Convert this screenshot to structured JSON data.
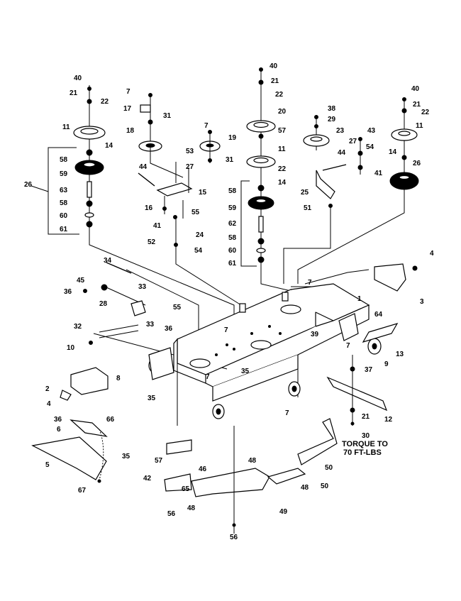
{
  "note": {
    "line1": "TORQUE TO",
    "line2": "70 FT-LBS"
  },
  "callouts": [
    {
      "id": "c1",
      "text": "40"
    },
    {
      "id": "c2",
      "text": "21"
    },
    {
      "id": "c3",
      "text": "22"
    },
    {
      "id": "c4",
      "text": "11"
    },
    {
      "id": "c5",
      "text": "14"
    },
    {
      "id": "c6",
      "text": "58"
    },
    {
      "id": "c7",
      "text": "59"
    },
    {
      "id": "c8",
      "text": "26"
    },
    {
      "id": "c9",
      "text": "63"
    },
    {
      "id": "c10",
      "text": "58"
    },
    {
      "id": "c11",
      "text": "60"
    },
    {
      "id": "c12",
      "text": "61"
    },
    {
      "id": "c13",
      "text": "7"
    },
    {
      "id": "c14",
      "text": "17"
    },
    {
      "id": "c15",
      "text": "31"
    },
    {
      "id": "c16",
      "text": "18"
    },
    {
      "id": "c17",
      "text": "7"
    },
    {
      "id": "c18",
      "text": "19"
    },
    {
      "id": "c19",
      "text": "31"
    },
    {
      "id": "c20",
      "text": "53"
    },
    {
      "id": "c21",
      "text": "27"
    },
    {
      "id": "c22",
      "text": "44"
    },
    {
      "id": "c23",
      "text": "15"
    },
    {
      "id": "c24",
      "text": "16"
    },
    {
      "id": "c25",
      "text": "55"
    },
    {
      "id": "c26",
      "text": "41"
    },
    {
      "id": "c27",
      "text": "24"
    },
    {
      "id": "c28",
      "text": "52"
    },
    {
      "id": "c29",
      "text": "54"
    },
    {
      "id": "c30",
      "text": "40"
    },
    {
      "id": "c31",
      "text": "21"
    },
    {
      "id": "c32",
      "text": "22"
    },
    {
      "id": "c33",
      "text": "20"
    },
    {
      "id": "c34",
      "text": "57"
    },
    {
      "id": "c35",
      "text": "11"
    },
    {
      "id": "c36",
      "text": "22"
    },
    {
      "id": "c37",
      "text": "58"
    },
    {
      "id": "c38",
      "text": "14"
    },
    {
      "id": "c39",
      "text": "59"
    },
    {
      "id": "c40",
      "text": "62"
    },
    {
      "id": "c41",
      "text": "58"
    },
    {
      "id": "c42",
      "text": "60"
    },
    {
      "id": "c43",
      "text": "61"
    },
    {
      "id": "c44",
      "text": "38"
    },
    {
      "id": "c45",
      "text": "29"
    },
    {
      "id": "c46",
      "text": "23"
    },
    {
      "id": "c47",
      "text": "43"
    },
    {
      "id": "c48",
      "text": "27"
    },
    {
      "id": "c49",
      "text": "54"
    },
    {
      "id": "c50",
      "text": "44"
    },
    {
      "id": "c51",
      "text": "41"
    },
    {
      "id": "c52",
      "text": "25"
    },
    {
      "id": "c53",
      "text": "51"
    },
    {
      "id": "c54",
      "text": "40"
    },
    {
      "id": "c55",
      "text": "21"
    },
    {
      "id": "c56",
      "text": "22"
    },
    {
      "id": "c57",
      "text": "11"
    },
    {
      "id": "c58",
      "text": "14"
    },
    {
      "id": "c59",
      "text": "26"
    },
    {
      "id": "c60",
      "text": "34"
    },
    {
      "id": "c61",
      "text": "45"
    },
    {
      "id": "c62",
      "text": "36"
    },
    {
      "id": "c63",
      "text": "28"
    },
    {
      "id": "c64",
      "text": "33"
    },
    {
      "id": "c65",
      "text": "33"
    },
    {
      "id": "c66",
      "text": "32"
    },
    {
      "id": "c67",
      "text": "10"
    },
    {
      "id": "c68",
      "text": "55"
    },
    {
      "id": "c69",
      "text": "36"
    },
    {
      "id": "c70",
      "text": "4"
    },
    {
      "id": "c71",
      "text": "3"
    },
    {
      "id": "c72",
      "text": "7"
    },
    {
      "id": "c73",
      "text": "1"
    },
    {
      "id": "c74",
      "text": "64"
    },
    {
      "id": "c75",
      "text": "7"
    },
    {
      "id": "c76",
      "text": "39"
    },
    {
      "id": "c77",
      "text": "13"
    },
    {
      "id": "c78",
      "text": "9"
    },
    {
      "id": "c79",
      "text": "8"
    },
    {
      "id": "c80",
      "text": "35"
    },
    {
      "id": "c81",
      "text": "35"
    },
    {
      "id": "c82",
      "text": "7"
    },
    {
      "id": "c83",
      "text": "2"
    },
    {
      "id": "c84",
      "text": "4"
    },
    {
      "id": "c85",
      "text": "37"
    },
    {
      "id": "c86",
      "text": "12"
    },
    {
      "id": "c87",
      "text": "21"
    },
    {
      "id": "c88",
      "text": "30"
    },
    {
      "id": "c89",
      "text": "36"
    },
    {
      "id": "c90",
      "text": "6"
    },
    {
      "id": "c91",
      "text": "66"
    },
    {
      "id": "c92",
      "text": "35"
    },
    {
      "id": "c93",
      "text": "5"
    },
    {
      "id": "c94",
      "text": "57"
    },
    {
      "id": "c95",
      "text": "46"
    },
    {
      "id": "c96",
      "text": "67"
    },
    {
      "id": "c97",
      "text": "48"
    },
    {
      "id": "c98",
      "text": "50"
    },
    {
      "id": "c99",
      "text": "42"
    },
    {
      "id": "c100",
      "text": "65"
    },
    {
      "id": "c101",
      "text": "48"
    },
    {
      "id": "c102",
      "text": "48"
    },
    {
      "id": "c103",
      "text": "50"
    },
    {
      "id": "c104",
      "text": "49"
    },
    {
      "id": "c105",
      "text": "56"
    },
    {
      "id": "c106",
      "text": "56"
    },
    {
      "id": "c107",
      "text": "7"
    },
    {
      "id": "c108",
      "text": "7"
    }
  ]
}
